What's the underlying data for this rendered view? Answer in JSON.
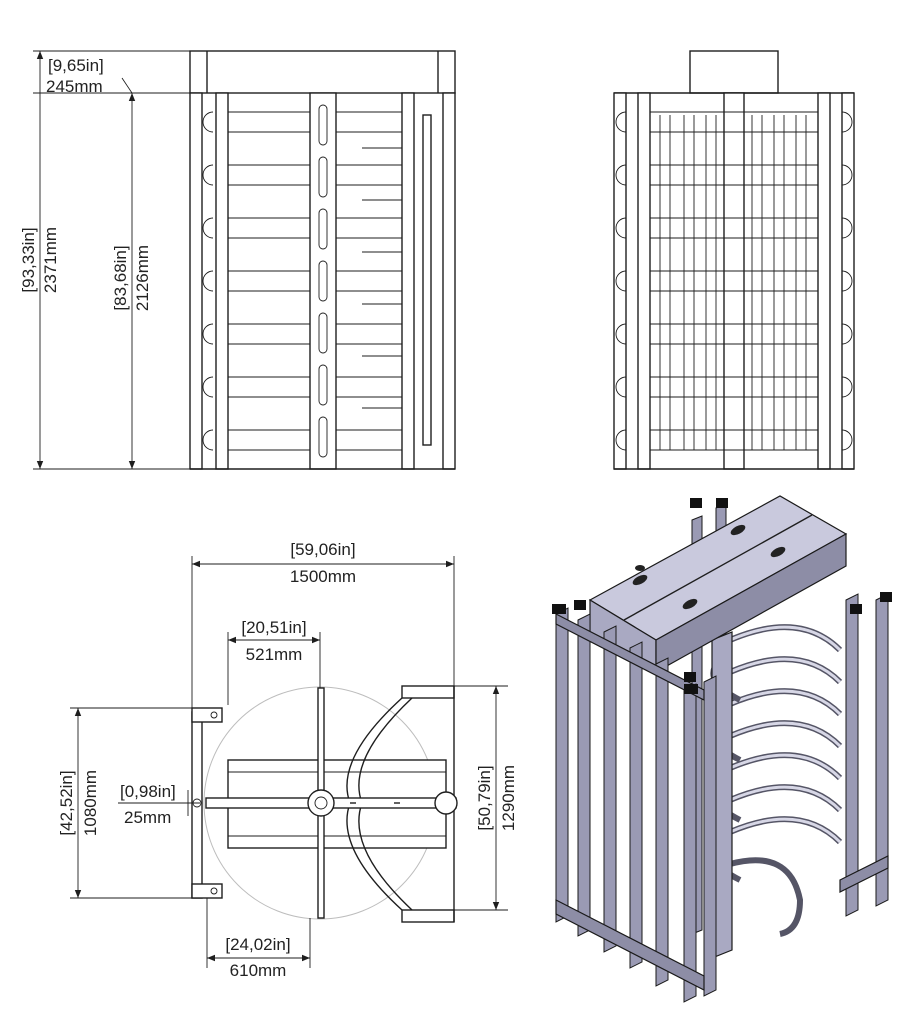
{
  "front_view": {
    "top_cover_height": {
      "imperial": "[9,65in]",
      "metric": "245mm"
    },
    "overall_height": {
      "imperial": "[93,33in]",
      "metric": "2371mm"
    },
    "passage_height": {
      "imperial": "[83,68in]",
      "metric": "2126mm"
    }
  },
  "top_view": {
    "overall_width": {
      "imperial": "[59,06in]",
      "metric": "1500mm"
    },
    "rotor_offset": {
      "imperial": "[20,51in]",
      "metric": "521mm"
    },
    "frame_depth": {
      "imperial": "[42,52in]",
      "metric": "1080mm"
    },
    "post_offset": {
      "imperial": "[0,98in]",
      "metric": "25mm"
    },
    "overall_depth": {
      "imperial": "[50,79in]",
      "metric": "1290mm"
    },
    "rotor_position": {
      "imperial": "[24,02in]",
      "metric": "610mm"
    }
  },
  "views": [
    "front-view",
    "side-view",
    "top-view",
    "isometric-view"
  ]
}
